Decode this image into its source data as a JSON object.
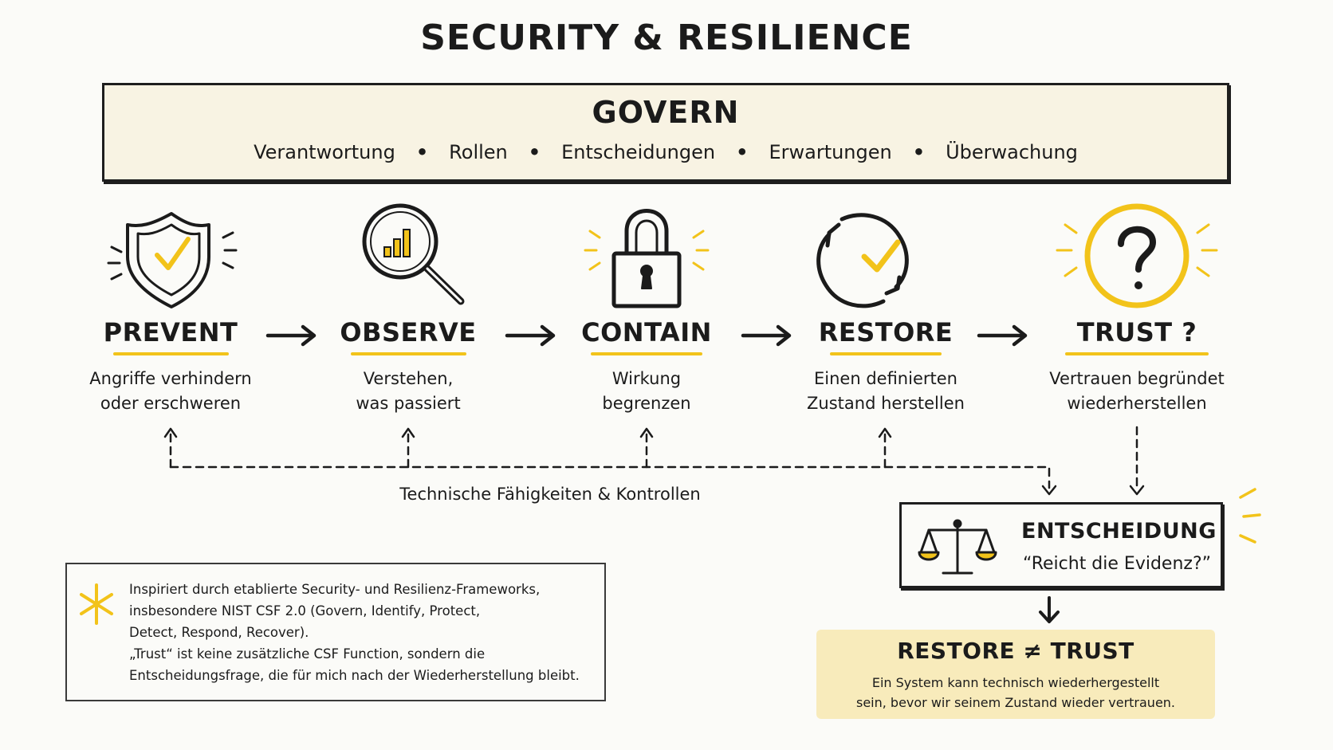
{
  "title": "SECURITY & RESILIENCE",
  "govern": {
    "title": "GOVERN",
    "items": [
      "Verantwortung",
      "Rollen",
      "Entscheidungen",
      "Erwartungen",
      "Überwachung"
    ],
    "separator": "•"
  },
  "steps": [
    {
      "title": "PREVENT",
      "desc1": "Angriffe verhindern",
      "desc2": "oder erschweren",
      "icon": "shield-check-icon"
    },
    {
      "title": "OBSERVE",
      "desc1": "Verstehen,",
      "desc2": "was passiert",
      "icon": "magnifier-chart-icon"
    },
    {
      "title": "CONTAIN",
      "desc1": "Wirkung",
      "desc2": "begrenzen",
      "icon": "padlock-icon"
    },
    {
      "title": "RESTORE",
      "desc1": "Einen definierten",
      "desc2": "Zustand herstellen",
      "icon": "refresh-check-icon"
    },
    {
      "title": "TRUST ?",
      "desc1": "Vertrauen begründet",
      "desc2": "wiederherstellen",
      "icon": "question-circle-icon"
    }
  ],
  "controls_label": "Technische Fähigkeiten & Kontrollen",
  "decision": {
    "title": "ENTSCHEIDUNG",
    "question": "“Reicht die Evidenz?”",
    "icon": "scales-icon"
  },
  "restore_trust": {
    "title": "RESTORE ≠ TRUST",
    "line1": "Ein System kann technisch wiederhergestellt",
    "line2": "sein, bevor wir seinem Zustand wieder vertrauen."
  },
  "note": {
    "icon": "asterisk-icon",
    "lines": [
      "Inspiriert durch etablierte Security- und Resilienz-Frameworks,",
      "insbesondere NIST CSF 2.0 (Govern, Identify, Protect,",
      "Detect, Respond, Recover).",
      "„Trust“ ist keine zusätzliche CSF Function, sondern die",
      "Entscheidungsfrage, die für mich nach der Wiederherstellung bleibt."
    ]
  },
  "colors": {
    "accent": "#f2c31a",
    "ink": "#1b1b1b",
    "govern_fill": "#f8f3e3",
    "banner_fill": "#f8ebbb"
  }
}
